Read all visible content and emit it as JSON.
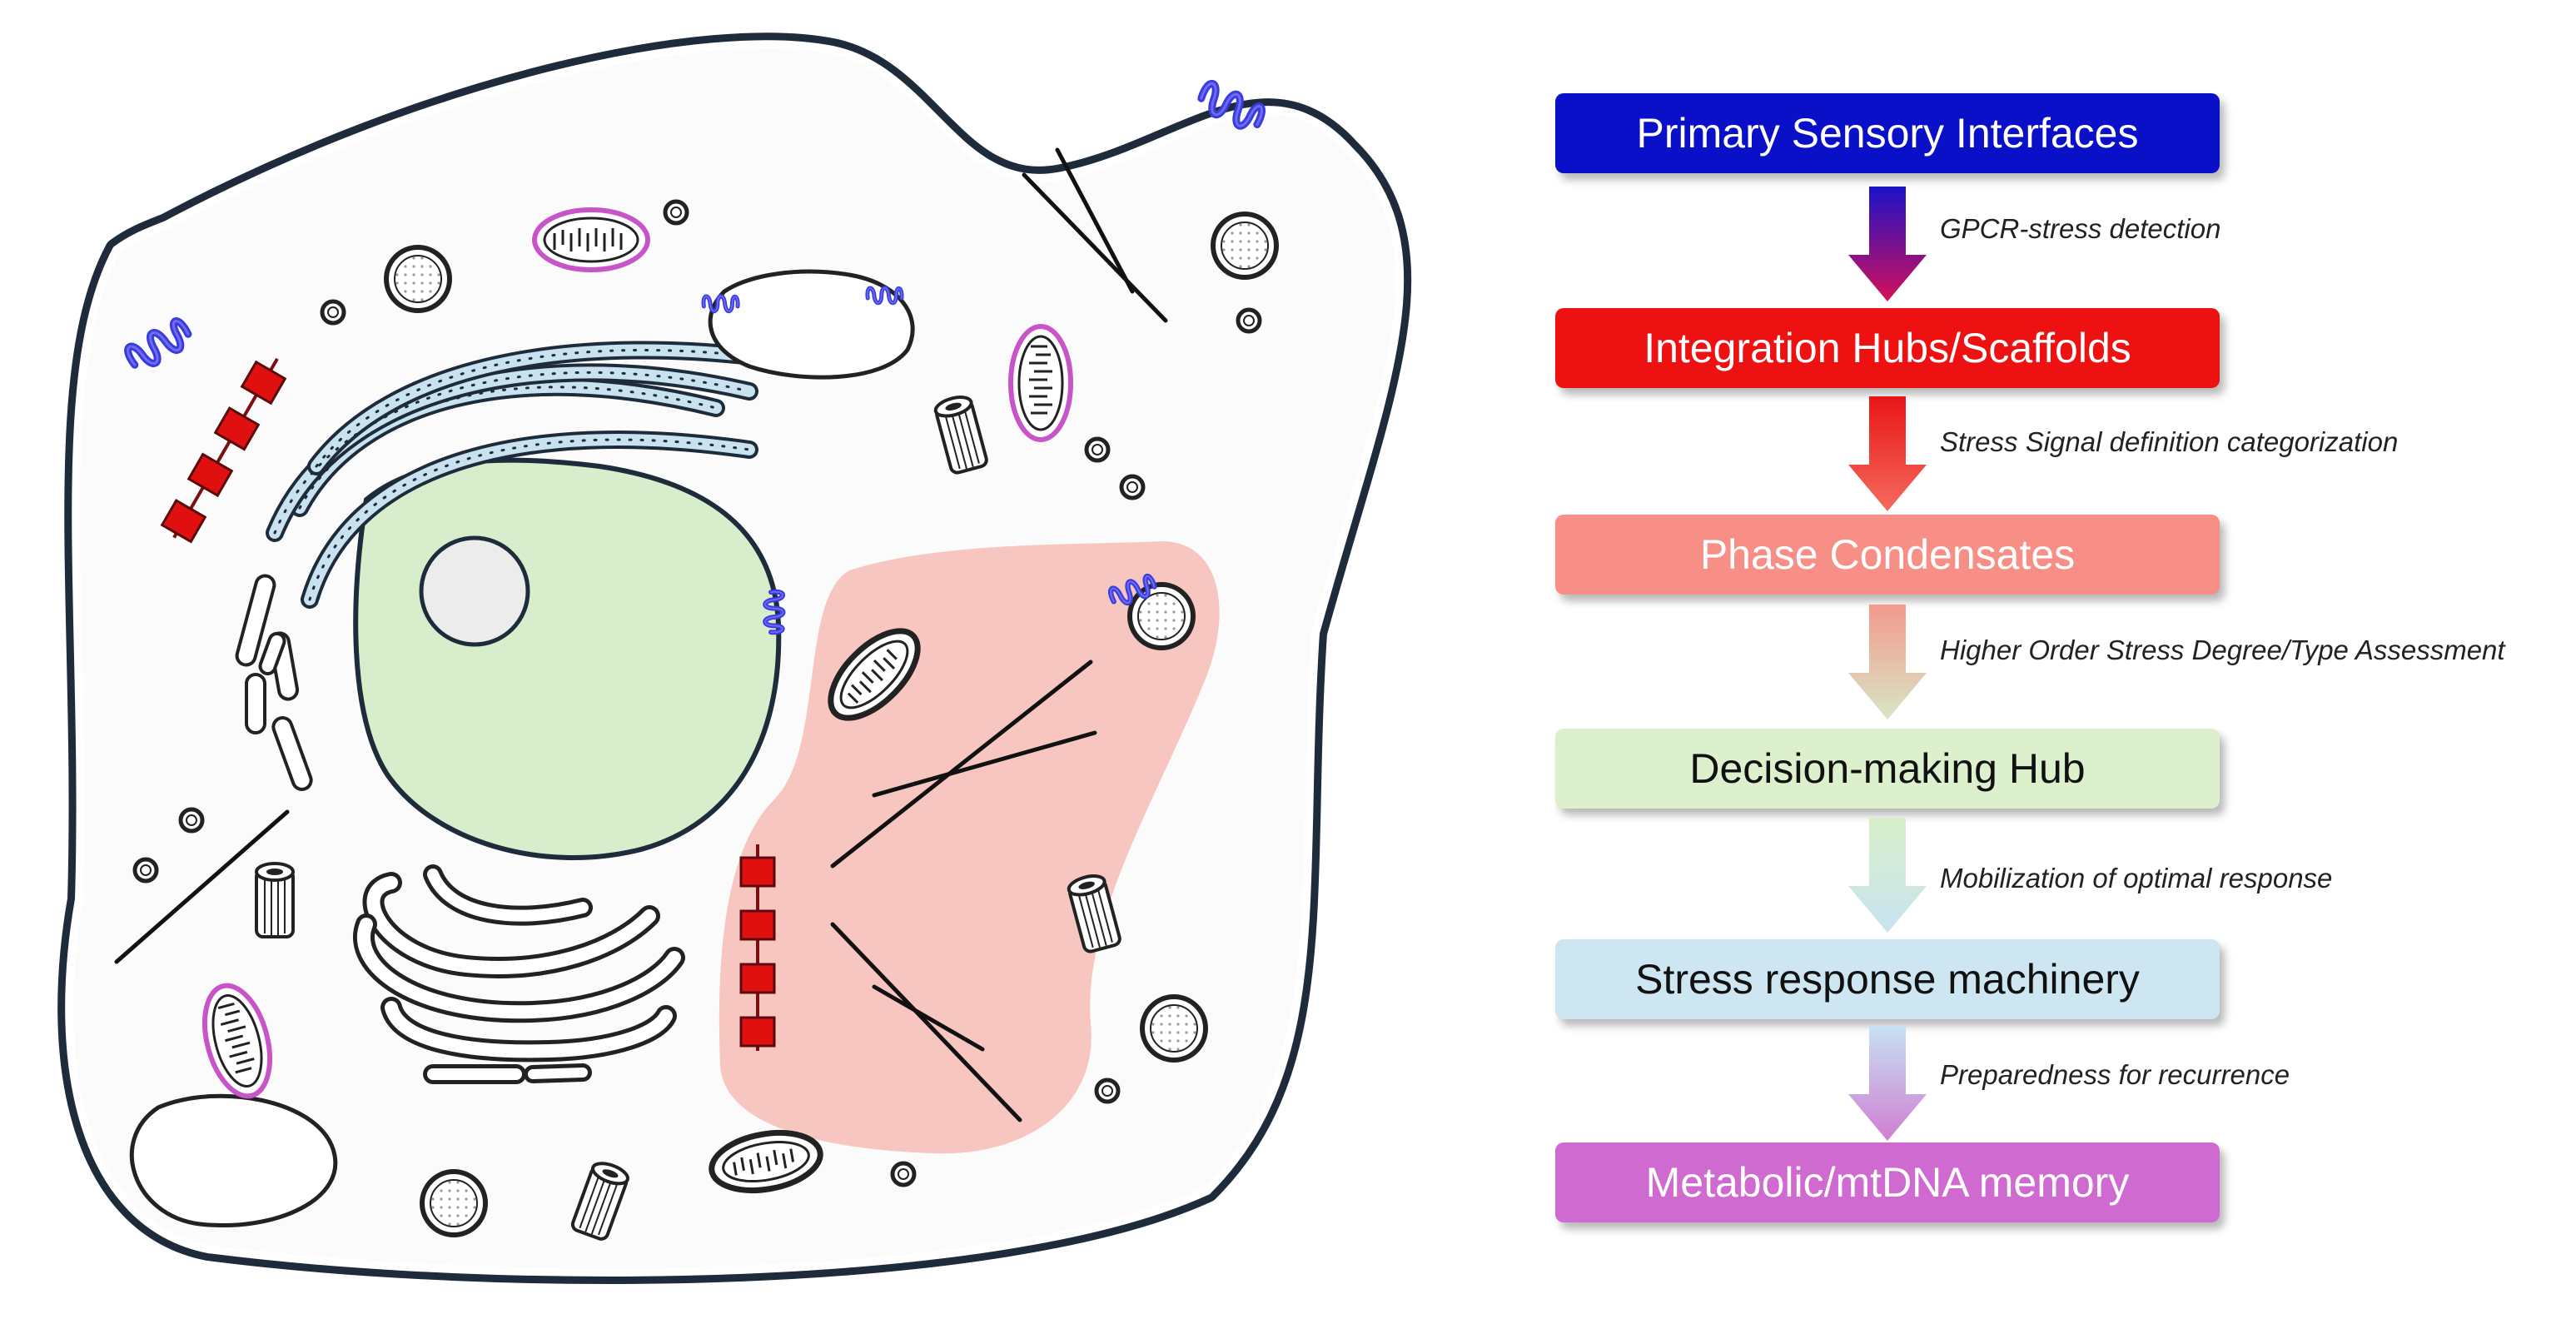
{
  "flow": {
    "steps": [
      {
        "label": "Primary Sensory Interfaces",
        "color": "#0a10c8",
        "text_color": "#ffffff"
      },
      {
        "label": "Integration Hubs/Scaffolds",
        "color": "#ee1111",
        "text_color": "#ffffff"
      },
      {
        "label": "Phase Condensates",
        "color": "#f78f86",
        "text_color": "#ffffff"
      },
      {
        "label": "Decision-making Hub",
        "color": "#dcf0cd",
        "text_color": "#111111"
      },
      {
        "label": "Stress response machinery",
        "color": "#cde6f2",
        "text_color": "#111111"
      },
      {
        "label": "Metabolic/mtDNA memory",
        "color": "#cf6ad0",
        "text_color": "#ffffff"
      }
    ],
    "transitions": [
      {
        "label": "GPCR-stress detection",
        "from_color": "#1a12c8",
        "to_color": "#d4105a"
      },
      {
        "label": "Stress Signal definition categorization",
        "from_color": "#e81616",
        "to_color": "#f56a5e"
      },
      {
        "label": "Higher Order Stress Degree/Type Assessment",
        "from_color": "#f39a8c",
        "to_color": "#d8e6c6"
      },
      {
        "label": "Mobilization of optimal response",
        "from_color": "#d8efca",
        "to_color": "#c8e3f1"
      },
      {
        "label": "Preparedness for recurrence",
        "from_color": "#c6e2f2",
        "to_color": "#d07ed3"
      }
    ]
  },
  "cell": {
    "membrane_color": "#1e2b3a",
    "nucleus_color": "#d8edcc",
    "condensate_color": "#f7c6c0",
    "er_color": "#c9e2ef",
    "receptor_color": "#3a3adf",
    "chain_color": "#e01010",
    "mito_outline_color": "#c855c8"
  }
}
